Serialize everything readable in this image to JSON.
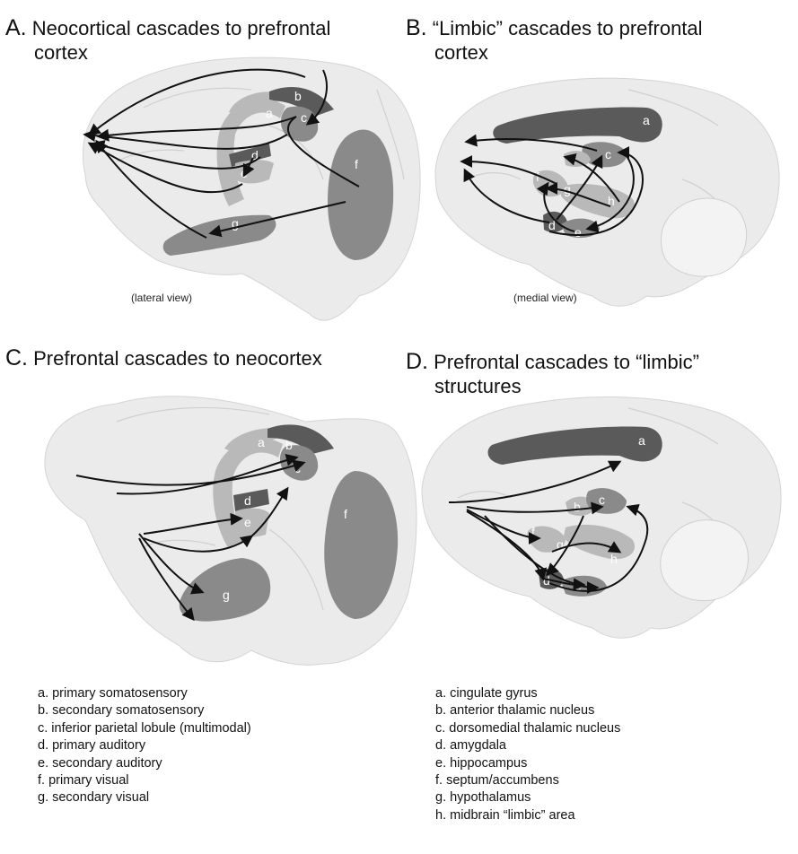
{
  "panels": [
    {
      "letter": "A.",
      "title_line1": "Neocortical cascades to prefrontal",
      "title_line2": "cortex",
      "view_label": "(lateral view)"
    },
    {
      "letter": "B.",
      "title_line1": "“Limbic” cascades to prefrontal",
      "title_line2": "cortex",
      "view_label": "(medial view)"
    },
    {
      "letter": "C.",
      "title_line1": "Prefrontal cascades to neocortex",
      "title_line2": "",
      "view_label": ""
    },
    {
      "letter": "D.",
      "title_line1": "Prefrontal cascades to “limbic”",
      "title_line2": "structures",
      "view_label": ""
    }
  ],
  "region_labels": {
    "lateral": [
      "a",
      "b",
      "c",
      "d",
      "e",
      "f",
      "g"
    ],
    "medial": [
      "a",
      "b",
      "c",
      "d",
      "e",
      "f",
      "g",
      "h"
    ]
  },
  "legend_left": [
    "a. primary somatosensory",
    "b. secondary somatosensory",
    "c. inferior parietal lobule (multimodal)",
    "d. primary auditory",
    "e. secondary auditory",
    "f. primary visual",
    "g. secondary visual"
  ],
  "legend_right": [
    "a. cingulate gyrus",
    "b. anterior thalamic nucleus",
    "c. dorsomedial thalamic nucleus",
    "d. amygdala",
    "e. hippocampus",
    "f. septum/accumbens",
    "g. hypothalamus",
    "h. midbrain “limbic” area"
  ],
  "colors": {
    "brain_fill": "#ebebeb",
    "region_light": "#b9b9b9",
    "region_mid": "#8a8a8a",
    "region_dark": "#5a5a5a",
    "arrow": "#111111"
  }
}
